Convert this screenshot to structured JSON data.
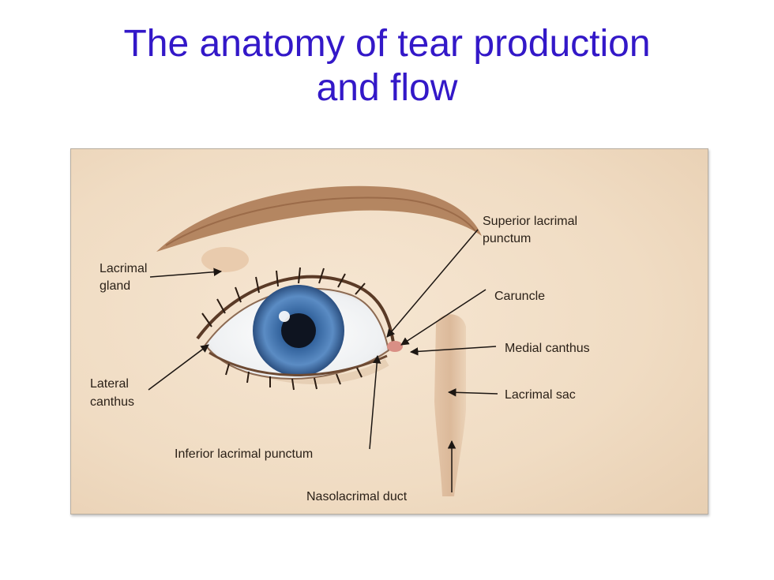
{
  "title": {
    "line1": "The anatomy of tear production",
    "line2": "and flow"
  },
  "labels": {
    "lacrimal_gland": [
      "Lacrimal",
      "gland"
    ],
    "lateral_canthus": [
      "Lateral",
      "canthus"
    ],
    "superior_lacrimal_punctum": [
      "Superior lacrimal",
      "punctum"
    ],
    "caruncle": "Caruncle",
    "medial_canthus": "Medial canthus",
    "lacrimal_sac": "Lacrimal sac",
    "inferior_lacrimal_punctum": "Inferior lacrimal punctum",
    "nasolacrimal_duct": "Nasolacrimal duct"
  },
  "colors": {
    "title": "#3318c8",
    "skin": "#f1dcc4",
    "iris": "#3e6fa8",
    "label_text": "#2b2118"
  }
}
